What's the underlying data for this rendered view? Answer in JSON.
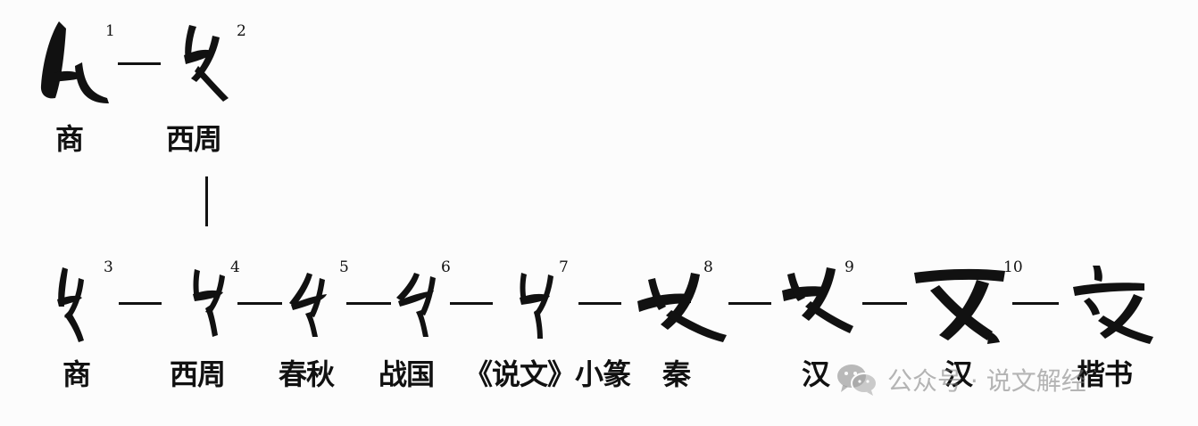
{
  "top_row": {
    "glyphs": [
      {
        "num": "1",
        "era": "商"
      },
      {
        "num": "2",
        "era": "西周"
      }
    ]
  },
  "bottom_row": {
    "glyphs": [
      {
        "num": "3",
        "era": "商"
      },
      {
        "num": "4",
        "era": "西周"
      },
      {
        "num": "5",
        "era": "春秋"
      },
      {
        "num": "6",
        "era": "战国"
      },
      {
        "num": "7",
        "era": "《说文》小篆"
      },
      {
        "num": "8",
        "era": "秦"
      },
      {
        "num": "9",
        "era": "汉"
      },
      {
        "num": "10",
        "era": "汉"
      },
      {
        "num": "",
        "era": "楷书"
      }
    ]
  },
  "watermark": {
    "text": "公众号 · 说文解经",
    "icon": "wechat-icon",
    "color": "#8a8a8a"
  },
  "colors": {
    "ink": "#111111",
    "background": "#fcfcfc"
  }
}
